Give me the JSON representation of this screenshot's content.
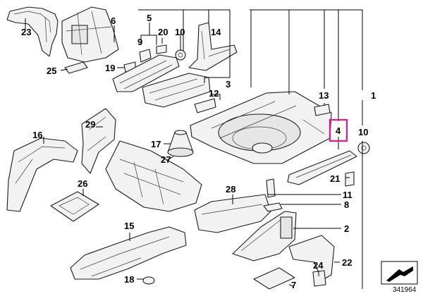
{
  "diagram": {
    "callouts": {
      "c1": "1",
      "c2": "2",
      "c3": "3",
      "c4": "4",
      "c5": "5",
      "c6": "6",
      "c7": "7",
      "c8": "8",
      "c9": "9",
      "c10a": "10",
      "c10b": "10",
      "c11": "11",
      "c12": "12",
      "c13": "13",
      "c14": "14",
      "c15": "15",
      "c16": "16",
      "c17": "17",
      "c18": "18",
      "c19": "19",
      "c20": "20",
      "c21": "21",
      "c22": "22",
      "c23": "23",
      "c24": "24",
      "c25": "25",
      "c26": "26",
      "c27": "27",
      "c28": "28",
      "c29": "29"
    },
    "highlighted_callout": "4",
    "highlight_color": "#e5198a",
    "document_number": "341964"
  }
}
